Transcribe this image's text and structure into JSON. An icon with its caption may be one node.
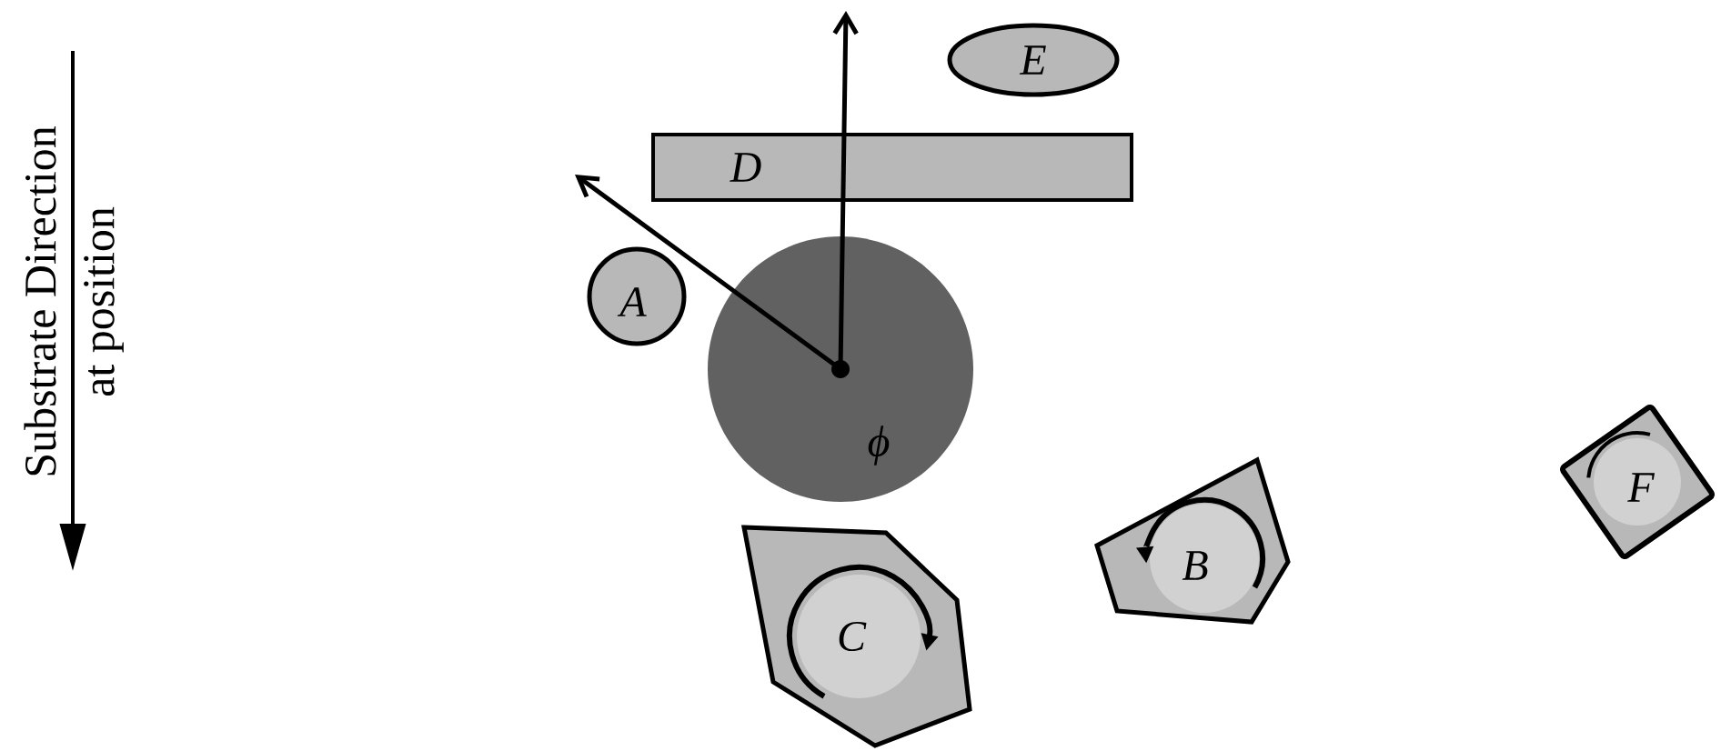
{
  "diagram": {
    "nodes": [
      {
        "text": [
          "E"
        ]
      },
      {
        "text": [
          "D"
        ]
      },
      {
        "text": [
          "A"
        ]
      },
      {
        "text": [
          "ϕ"
        ]
      },
      {
        "text": [
          "F"
        ]
      },
      {
        "text": [
          "B"
        ]
      },
      {
        "text": [
          "C"
        ]
      }
    ],
    "labels": [
      "Substrate Direction",
      "at position"
    ]
  }
}
